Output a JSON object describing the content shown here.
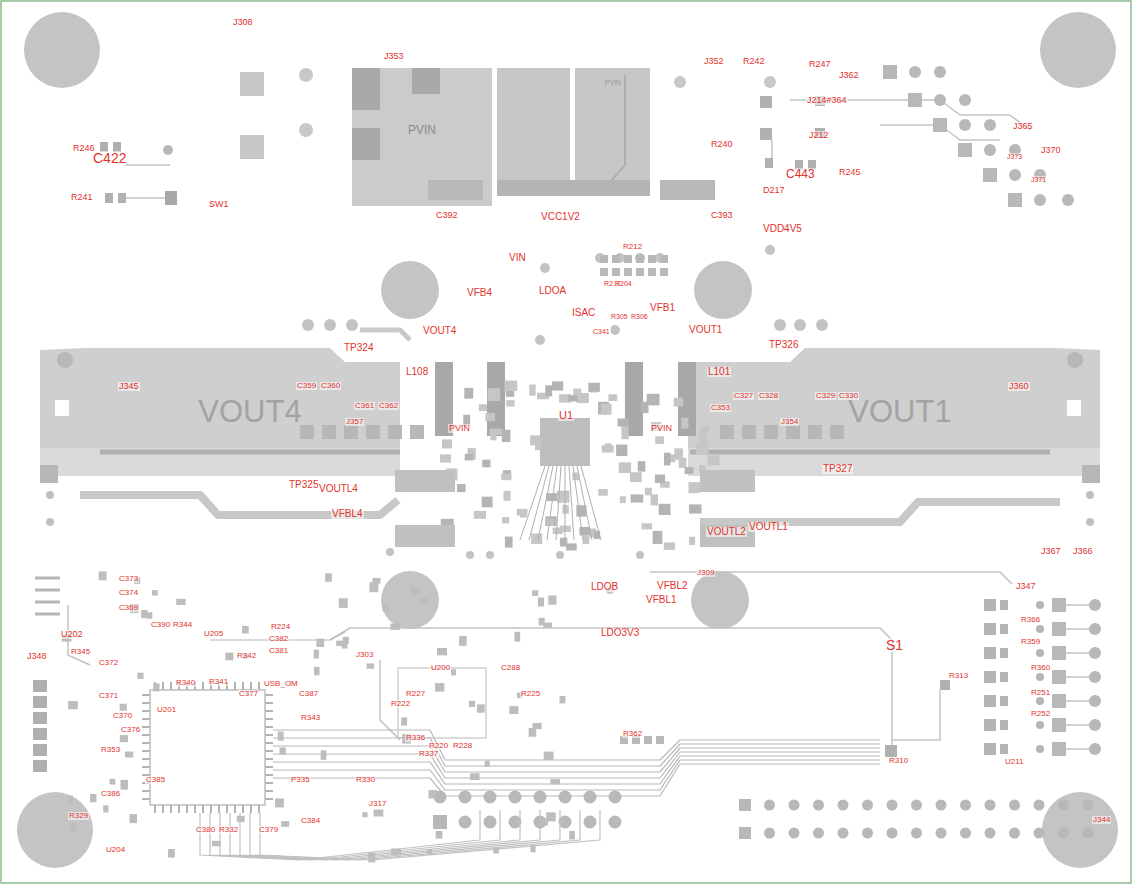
{
  "diagram": {
    "nodes": [
      {
        "text": [
          "PVIN"
        ]
      },
      {
        "text": [
          "PVIN"
        ]
      },
      {
        "text": [
          "VOUT4"
        ]
      },
      {
        "text": [
          "VOUT1"
        ]
      }
    ],
    "labels": [
      "J308",
      "J353",
      "J352",
      "R242",
      "R247",
      "J362",
      "J214#364",
      "J365",
      "J370",
      "J373",
      "J371",
      "R240",
      "J212",
      "C443",
      "R245",
      "D217",
      "R246",
      "C422",
      "R241",
      "SW1",
      "C392",
      "VCC1V2",
      "C393",
      "VDD4V5",
      "VIN",
      "R212",
      "VFB4",
      "LDOA",
      "R218",
      "R204",
      "ISAC",
      "VFB1",
      "R305",
      "R306",
      "C341",
      "VOUT1",
      "VOUT4",
      "TP324",
      "TP326",
      "L108",
      "L101",
      "J345",
      "J360",
      "C359",
      "C360",
      "C361",
      "C362",
      "J357",
      "C353",
      "C327",
      "C328",
      "J354",
      "C329",
      "C330",
      "PVIN",
      "PVIN",
      "U1",
      "TP327",
      "TP325",
      "VOUTL4",
      "VFBL4",
      "VOUTL2",
      "VOUTL1",
      "LDOB",
      "VFBL2",
      "VFBL1",
      "J309",
      "LDO3V3",
      "S1",
      "J347",
      "J367",
      "J366",
      "R366",
      "R359",
      "R360",
      "R251",
      "R252",
      "U211",
      "R313",
      "R310",
      "J348",
      "U202",
      "C373",
      "C374",
      "C369",
      "C390",
      "R344",
      "U205",
      "R224",
      "C382",
      "C381",
      "R342",
      "J303",
      "R345",
      "C372",
      "R340",
      "R341",
      "C377",
      "USB_OM",
      "U200",
      "C288",
      "R222",
      "R227",
      "R225",
      "C371",
      "C370",
      "C376",
      "U201",
      "C387",
      "R343",
      "R336",
      "R337",
      "R220",
      "R228",
      "R362",
      "R353",
      "C386",
      "C385",
      "R330",
      "P335",
      "J317",
      "C384",
      "C380",
      "R332",
      "C379",
      "R329",
      "U204",
      "J344"
    ]
  }
}
